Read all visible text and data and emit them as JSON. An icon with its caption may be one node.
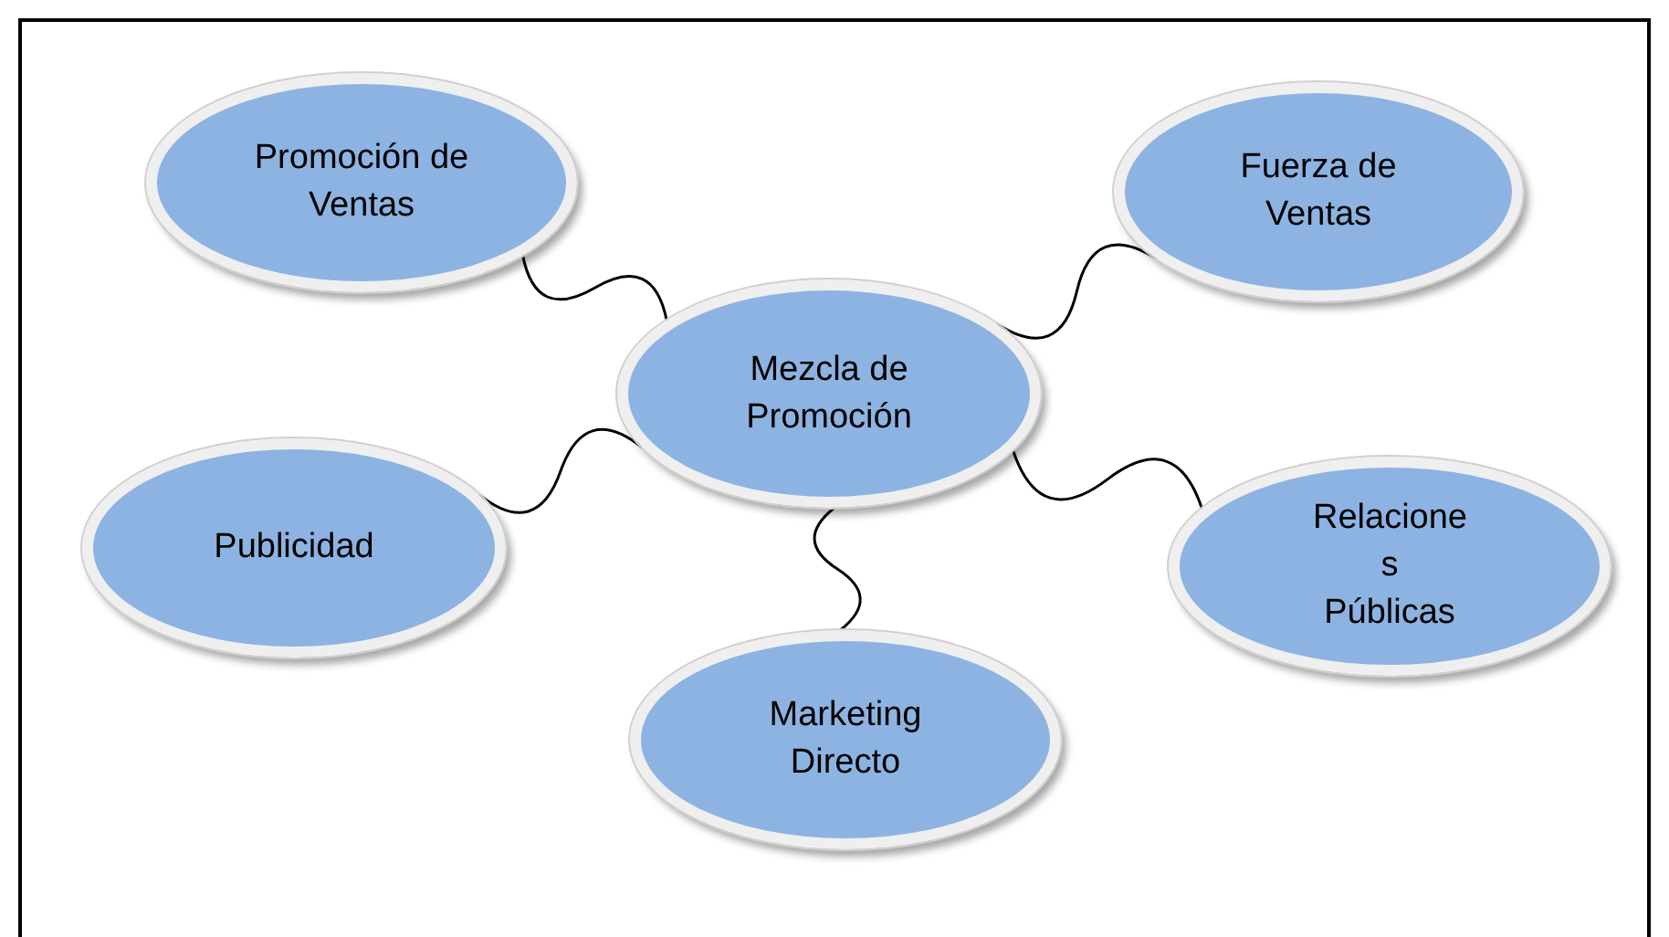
{
  "diagram": {
    "nodes": [
      {
        "text": [
          "Mezcla de Promoción"
        ]
      },
      {
        "text": [
          "Promoción de Ventas"
        ]
      },
      {
        "text": [
          "Fuerza de Ventas"
        ]
      },
      {
        "text": [
          "Publicidad"
        ]
      },
      {
        "text": [
          "Relacione s Públicas"
        ]
      },
      {
        "text": [
          "Marketing Directo"
        ]
      }
    ],
    "edges": [
      {
        "from": 0,
        "to": 1,
        "arrow": "none"
      },
      {
        "from": 0,
        "to": 2,
        "arrow": "none"
      },
      {
        "from": 0,
        "to": 3,
        "arrow": "none"
      },
      {
        "from": 0,
        "to": 4,
        "arrow": "none"
      },
      {
        "from": 0,
        "to": 5,
        "arrow": "none"
      }
    ]
  }
}
